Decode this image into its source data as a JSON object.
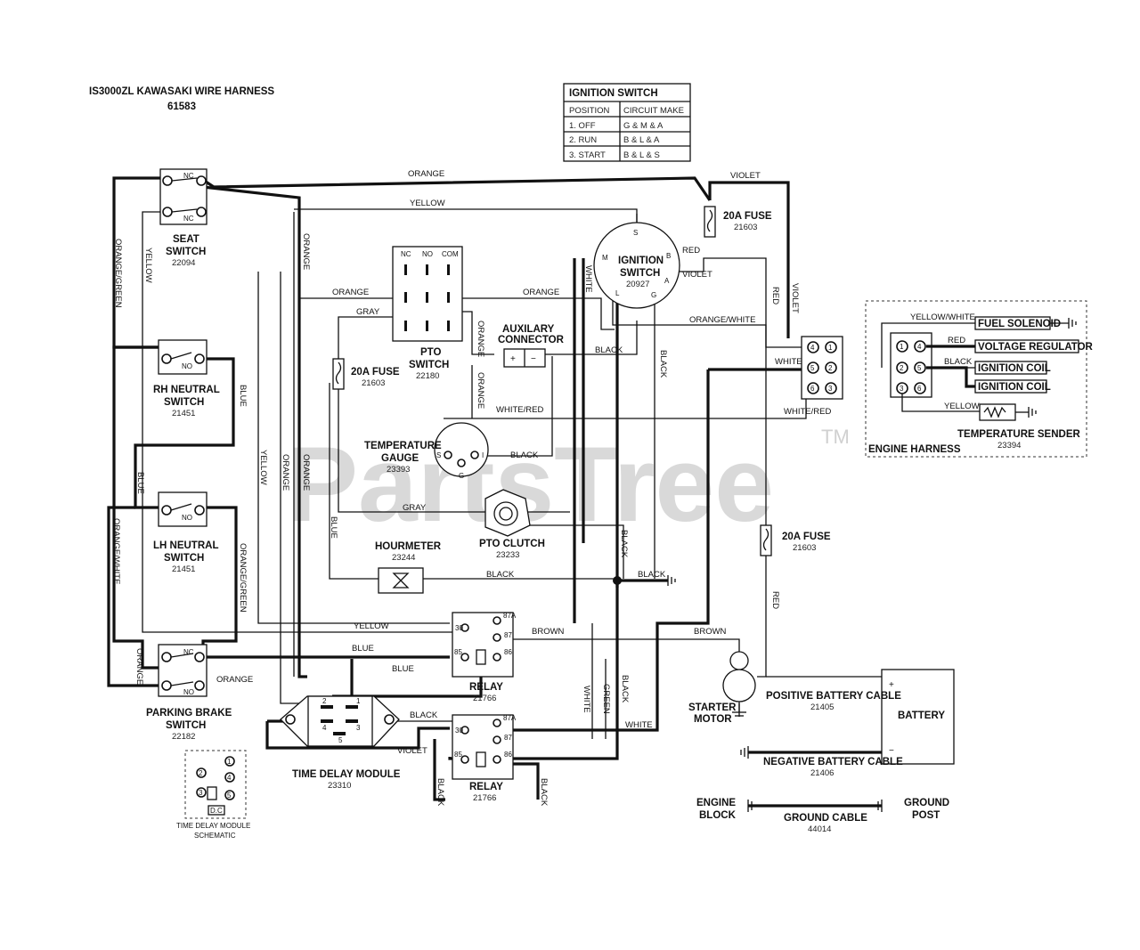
{
  "title": {
    "line1": "IS3000ZL KAWASAKI WIRE HARNESS",
    "line2": "61583"
  },
  "watermark": "PartsTree",
  "trademark": "TM",
  "ignition_table": {
    "title": "IGNITION SWITCH",
    "header": [
      "POSITION",
      "CIRCUIT MAKE"
    ],
    "rows": [
      [
        "1. OFF",
        "G & M & A"
      ],
      [
        "2. RUN",
        "B & L & A"
      ],
      [
        "3. START",
        "B & L & S"
      ]
    ]
  },
  "components": {
    "seat_switch": {
      "name": "SEAT",
      "name2": "SWITCH",
      "part": "22094",
      "contact": "NC"
    },
    "rh_neutral": {
      "name": "RH NEUTRAL",
      "name2": "SWITCH",
      "part": "21451",
      "contact": "NO"
    },
    "lh_neutral": {
      "name": "LH NEUTRAL",
      "name2": "SWITCH",
      "part": "21451",
      "contact": "NO"
    },
    "parking_brake": {
      "name": "PARKING BRAKE",
      "name2": "SWITCH",
      "part": "22182"
    },
    "pto_switch": {
      "name": "PTO",
      "name2": "SWITCH",
      "part": "22180",
      "pins": [
        "NC",
        "NO",
        "COM"
      ]
    },
    "ignition_switch": {
      "name": "IGNITION",
      "name2": "SWITCH",
      "part": "20927",
      "pins": [
        "S",
        "M",
        "B",
        "L",
        "G",
        "A"
      ]
    },
    "fuse_top": {
      "name": "20A FUSE",
      "part": "21603"
    },
    "fuse_mid": {
      "name": "20A FUSE",
      "part": "21603"
    },
    "fuse_right": {
      "name": "20A FUSE",
      "part": "21603"
    },
    "aux_connector": {
      "name": "AUXILARY",
      "name2": "CONNECTOR"
    },
    "temp_gauge": {
      "name": "TEMPERATURE",
      "name2": "GAUGE",
      "part": "23393",
      "pins": [
        "S",
        "I",
        "G"
      ]
    },
    "hourmeter": {
      "name": "HOURMETER",
      "part": "23244"
    },
    "pto_clutch": {
      "name": "PTO CLUTCH",
      "part": "23233"
    },
    "relay_upper": {
      "name": "RELAY",
      "part": "21766",
      "pins": [
        "30",
        "87A",
        "87",
        "85",
        "86"
      ]
    },
    "relay_lower": {
      "name": "RELAY",
      "part": "21766",
      "pins": [
        "30",
        "87A",
        "87",
        "85",
        "86"
      ]
    },
    "time_delay": {
      "name": "TIME DELAY MODULE",
      "part": "23310",
      "pins": [
        "2",
        "1",
        "4",
        "3",
        "5"
      ]
    },
    "time_delay_schematic": {
      "name": "TIME DELAY MODULE",
      "name2": "SCHEMATIC",
      "pins": [
        "2",
        "1",
        "4",
        "3",
        "5"
      ],
      "tag": "D.C"
    },
    "starter": {
      "name": "STARTER",
      "name2": "MOTOR"
    },
    "battery": {
      "name": "BATTERY",
      "pos": "+",
      "neg": "−"
    },
    "pos_cable": {
      "name": "POSITIVE BATTERY CABLE",
      "part": "21405"
    },
    "neg_cable": {
      "name": "NEGATIVE BATTERY CABLE",
      "part": "21406"
    },
    "ground_cable": {
      "name": "GROUND CABLE",
      "part": "44014",
      "left": "ENGINE",
      "left2": "BLOCK",
      "right": "GROUND",
      "right2": "POST"
    },
    "main_connector": {
      "pins": [
        "4",
        "1",
        "5",
        "2",
        "6",
        "3"
      ]
    },
    "engine_harness": {
      "name": "ENGINE HARNESS",
      "pins": [
        "1",
        "4",
        "2",
        "5",
        "3",
        "6"
      ],
      "fuel_solenoid": "FUEL SOLENOID",
      "voltage_regulator": "VOLTAGE REGULATOR",
      "ignition_coil_1": "IGNITION COIL",
      "ignition_coil_2": "IGNITION COIL",
      "temp_sender": "TEMPERATURE SENDER",
      "temp_sender_part": "23394"
    }
  },
  "wire_labels": {
    "orange_top": "ORANGE",
    "yellow_top": "YELLOW",
    "violet_top": "VIOLET",
    "violet_a": "VIOLET",
    "violet_right": "VIOLET",
    "red_b": "RED",
    "red_right": "RED",
    "red_lower": "RED",
    "orange_green_left": "ORANGE/GREEN",
    "yellow_seat": "YELLOW",
    "orange_vert": "ORANGE",
    "orange_pto_left": "ORANGE",
    "orange_pto_right": "ORANGE",
    "gray_pto": "GRAY",
    "orange_pto_com": "ORANGE",
    "white_m": "WHITE",
    "orange_white": "ORANGE/WHITE",
    "black_aux": "BLACK",
    "black_g": "BLACK",
    "white_conn": "WHITE",
    "white_red": "WHITE/RED",
    "white_red_gauge": "WHITE/RED",
    "orange_aux": "ORANGE",
    "black_gauge": "BLACK",
    "blue_rh": "BLUE",
    "yellow_mid": "YELLOW",
    "orange_mid": "ORANGE",
    "orange_mid2": "ORANGE",
    "blue_lh": "BLUE",
    "orange_white_left": "ORANGE/WHITE",
    "orange_green_right": "ORANGE/GREEN",
    "gray_low": "GRAY",
    "blue_hour": "BLUE",
    "black_hour": "BLACK",
    "black_node": "BLACK",
    "black_clutch": "BLACK",
    "yellow_relay": "YELLOW",
    "blue_relay": "BLUE",
    "blue_relay2": "BLUE",
    "brown_relay": "BROWN",
    "brown_starter": "BROWN",
    "orange_pb_vert": "ORANGE",
    "orange_pb": "ORANGE",
    "black_tdm": "BLACK",
    "violet_tdm": "VIOLET",
    "white_relay": "WHITE",
    "green_relay": "GREEN",
    "black_relay": "BLACK",
    "white_starter": "WHITE",
    "black_rl1": "BLACK",
    "black_rl2": "BLACK",
    "yellow_white_eh": "YELLOW/WHITE",
    "red_eh": "RED",
    "black_eh": "BLACK",
    "yellow_eh": "YELLOW"
  }
}
